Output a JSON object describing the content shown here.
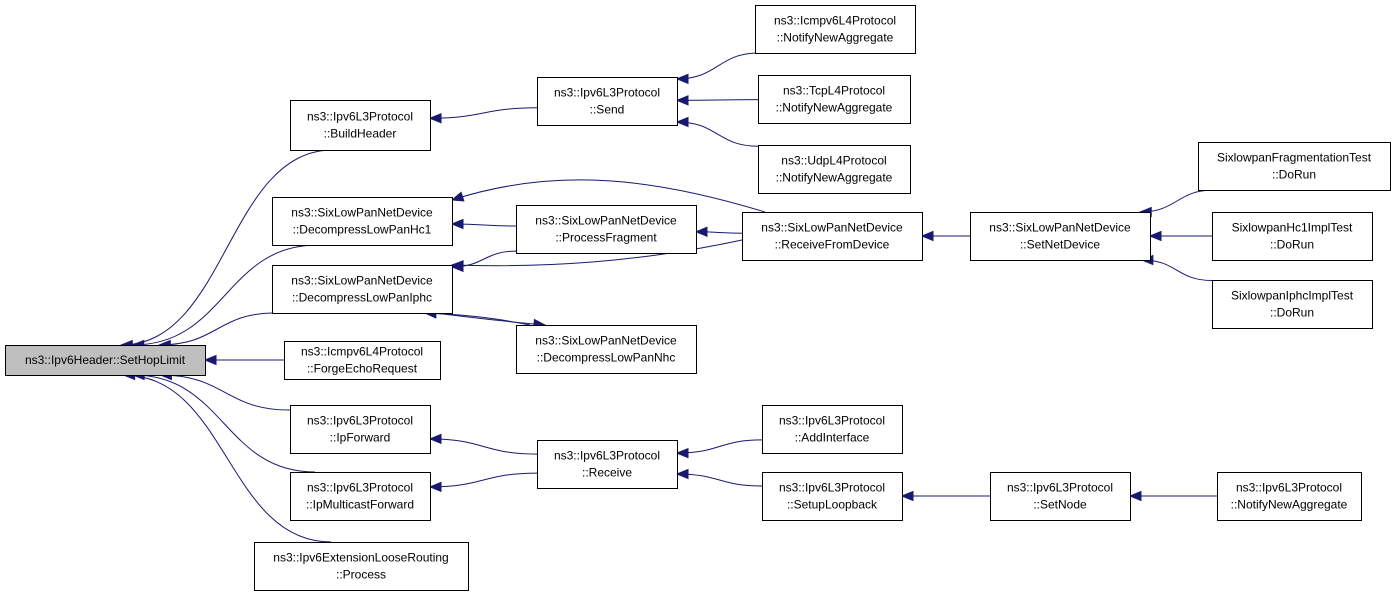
{
  "diagram": {
    "colors": {
      "edge": "#191970",
      "root_fill": "#bfbfbf",
      "node_fill": "#ffffff",
      "border": "#000000"
    },
    "nodes": [
      {
        "id": "setHopLimit",
        "lines": [
          "ns3::Ipv6Header::SetHopLimit"
        ],
        "root": true
      },
      {
        "id": "buildHeader",
        "lines": [
          "ns3::Ipv6L3Protocol",
          "::BuildHeader"
        ]
      },
      {
        "id": "send",
        "lines": [
          "ns3::Ipv6L3Protocol",
          "::Send"
        ]
      },
      {
        "id": "icmpNotify",
        "lines": [
          "ns3::Icmpv6L4Protocol",
          "::NotifyNewAggregate"
        ]
      },
      {
        "id": "tcpNotify",
        "lines": [
          "ns3::TcpL4Protocol",
          "::NotifyNewAggregate"
        ]
      },
      {
        "id": "udpNotify",
        "lines": [
          "ns3::UdpL4Protocol",
          "::NotifyNewAggregate"
        ]
      },
      {
        "id": "decompHc1",
        "lines": [
          "ns3::SixLowPanNetDevice",
          "::DecompressLowPanHc1"
        ]
      },
      {
        "id": "procFrag",
        "lines": [
          "ns3::SixLowPanNetDevice",
          "::ProcessFragment"
        ]
      },
      {
        "id": "recvFromDev",
        "lines": [
          "ns3::SixLowPanNetDevice",
          "::ReceiveFromDevice"
        ]
      },
      {
        "id": "setNetDev",
        "lines": [
          "ns3::SixLowPanNetDevice",
          "::SetNetDevice"
        ]
      },
      {
        "id": "fragTest",
        "lines": [
          "SixlowpanFragmentationTest",
          "::DoRun"
        ]
      },
      {
        "id": "hc1Test",
        "lines": [
          "SixlowpanHc1ImplTest",
          "::DoRun"
        ]
      },
      {
        "id": "iphcTest",
        "lines": [
          "SixlowpanIphcImplTest",
          "::DoRun"
        ]
      },
      {
        "id": "decompIphc",
        "lines": [
          "ns3::SixLowPanNetDevice",
          "::DecompressLowPanIphc"
        ]
      },
      {
        "id": "decompNhc",
        "lines": [
          "ns3::SixLowPanNetDevice",
          "::DecompressLowPanNhc"
        ]
      },
      {
        "id": "forgeEcho",
        "lines": [
          "ns3::Icmpv6L4Protocol",
          "::ForgeEchoRequest"
        ]
      },
      {
        "id": "ipForward",
        "lines": [
          "ns3::Ipv6L3Protocol",
          "::IpForward"
        ]
      },
      {
        "id": "receive",
        "lines": [
          "ns3::Ipv6L3Protocol",
          "::Receive"
        ]
      },
      {
        "id": "addIface",
        "lines": [
          "ns3::Ipv6L3Protocol",
          "::AddInterface"
        ]
      },
      {
        "id": "setupLoop",
        "lines": [
          "ns3::Ipv6L3Protocol",
          "::SetupLoopback"
        ]
      },
      {
        "id": "setNode",
        "lines": [
          "ns3::Ipv6L3Protocol",
          "::SetNode"
        ]
      },
      {
        "id": "l3Notify",
        "lines": [
          "ns3::Ipv6L3Protocol",
          "::NotifyNewAggregate"
        ]
      },
      {
        "id": "ipMcast",
        "lines": [
          "ns3::Ipv6L3Protocol",
          "::IpMulticastForward"
        ]
      },
      {
        "id": "looseRouting",
        "lines": [
          "ns3::Ipv6ExtensionLooseRouting",
          "::Process"
        ]
      }
    ],
    "edges": [
      {
        "from": "buildHeader",
        "to": "setHopLimit"
      },
      {
        "from": "decompHc1",
        "to": "setHopLimit"
      },
      {
        "from": "decompIphc",
        "to": "setHopLimit"
      },
      {
        "from": "forgeEcho",
        "to": "setHopLimit"
      },
      {
        "from": "ipForward",
        "to": "setHopLimit"
      },
      {
        "from": "ipMcast",
        "to": "setHopLimit"
      },
      {
        "from": "looseRouting",
        "to": "setHopLimit"
      },
      {
        "from": "send",
        "to": "buildHeader"
      },
      {
        "from": "icmpNotify",
        "to": "send"
      },
      {
        "from": "tcpNotify",
        "to": "send"
      },
      {
        "from": "udpNotify",
        "to": "send"
      },
      {
        "from": "recvFromDev",
        "to": "decompHc1"
      },
      {
        "from": "procFrag",
        "to": "decompHc1"
      },
      {
        "from": "procFrag",
        "to": "decompIphc"
      },
      {
        "from": "recvFromDev",
        "to": "decompIphc"
      },
      {
        "from": "decompNhc",
        "to": "decompIphc"
      },
      {
        "from": "decompIphc",
        "to": "decompNhc"
      },
      {
        "from": "recvFromDev",
        "to": "procFrag"
      },
      {
        "from": "setNetDev",
        "to": "recvFromDev"
      },
      {
        "from": "fragTest",
        "to": "setNetDev"
      },
      {
        "from": "hc1Test",
        "to": "setNetDev"
      },
      {
        "from": "iphcTest",
        "to": "setNetDev"
      },
      {
        "from": "receive",
        "to": "ipForward"
      },
      {
        "from": "receive",
        "to": "ipMcast"
      },
      {
        "from": "addIface",
        "to": "receive"
      },
      {
        "from": "setupLoop",
        "to": "receive"
      },
      {
        "from": "setNode",
        "to": "setupLoop"
      },
      {
        "from": "l3Notify",
        "to": "setNode"
      }
    ]
  }
}
